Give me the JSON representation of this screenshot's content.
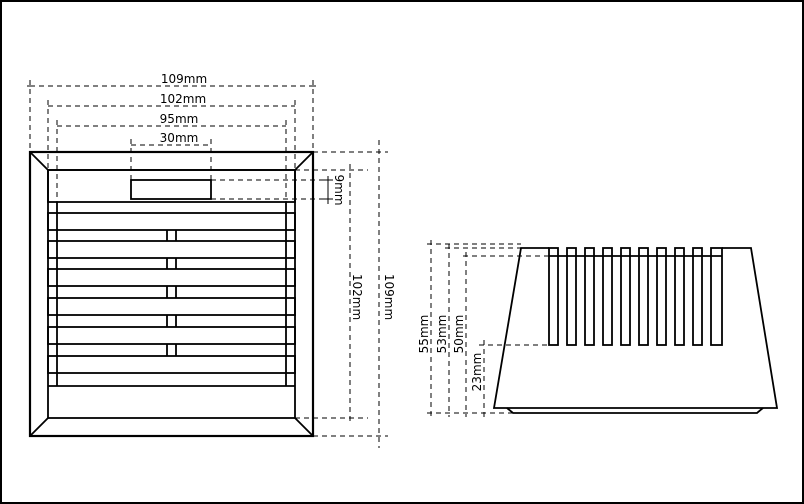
{
  "front_view": {
    "dim_109_w": "109mm",
    "dim_102_w": "102mm",
    "dim_95_w": "95mm",
    "dim_30_w": "30mm",
    "dim_9_h": "9mm",
    "dim_102_h": "102mm",
    "dim_109_h": "109mm"
  },
  "side_view": {
    "dim_55_h": "55mm",
    "dim_53_h": "53mm",
    "dim_50_h": "50mm",
    "dim_23_h": "23mm"
  },
  "colors": {
    "stroke": "#000000",
    "background": "#ffffff"
  }
}
